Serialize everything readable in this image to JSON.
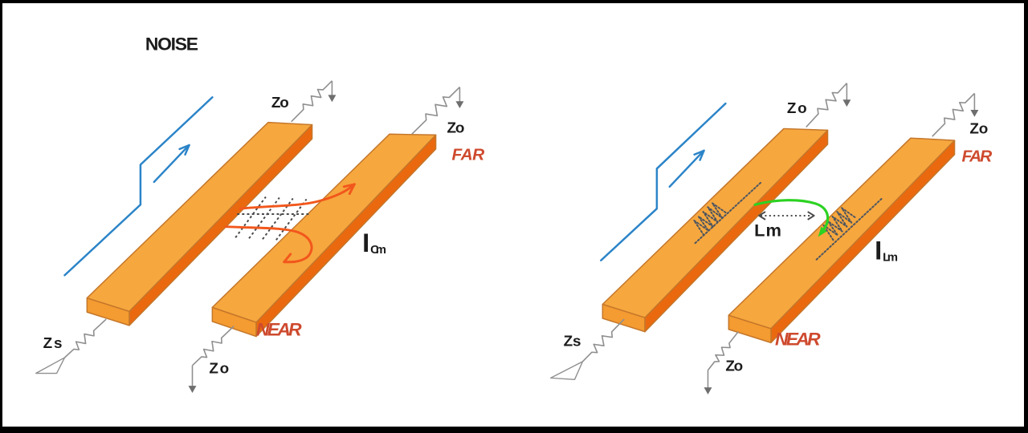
{
  "title": "NOISE",
  "colors": {
    "trace_top": "#f6a73e",
    "trace_side": "#ea690f",
    "trace_outline": "#c4762a",
    "signal_blue": "#2b84c8",
    "capacitive_arrow_orange": "#f2571c",
    "inductive_arrow_green": "#2cd222",
    "near_far_red": "#ce4a2e",
    "resistor_gray": "#8f8f8f",
    "field_line_gray": "#4a4a4a",
    "label_black": "#1c1c1c"
  },
  "left_diagram": {
    "type": "capacitive-crosstalk",
    "labels": {
      "zo_far_aggressor": "Zo",
      "zo_far_victim": "Zo",
      "zo_near_victim": "Zo",
      "zs_source": "Zs",
      "near_end": "NEAR",
      "far_end": "FAR",
      "current_symbol": "I",
      "current_subscript": "Cm"
    }
  },
  "right_diagram": {
    "type": "inductive-crosstalk",
    "labels": {
      "zo_far_aggressor": "Zo",
      "zo_far_victim": "Zo",
      "zo_near_victim": "Zo",
      "zs_source": "Zs",
      "near_end": "NEAR",
      "far_end": "FAR",
      "mutual_inductance": "Lm",
      "current_symbol": "I",
      "current_subscript": "Lm"
    }
  }
}
